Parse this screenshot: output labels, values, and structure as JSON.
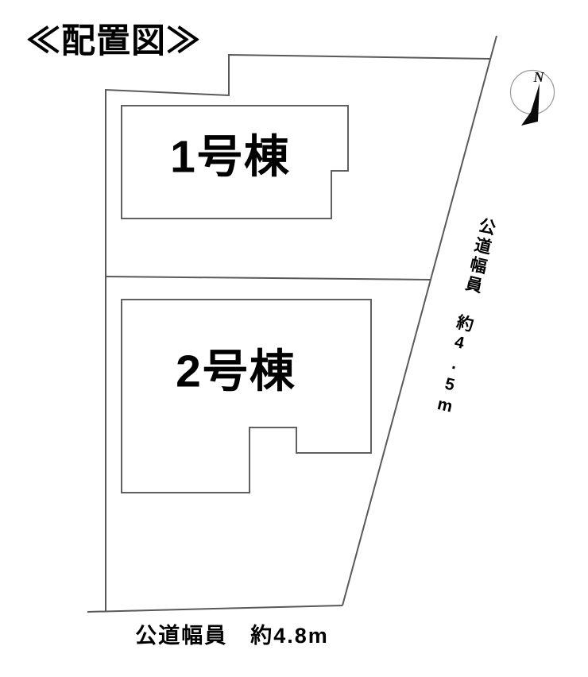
{
  "page": {
    "title": "≪配置図≫"
  },
  "compass": {
    "north_label": "N"
  },
  "buildings": [
    {
      "label": "1号棟"
    },
    {
      "label": "2号棟"
    }
  ],
  "roads": {
    "right_label": "公道幅員　約4.5m",
    "right_width_value": "約4.5m",
    "bottom_label": "公道幅員　約4.8m",
    "bottom_width_value": "約4.8m"
  },
  "colors": {
    "background": "#ffffff",
    "line": "#595959",
    "building_line": "#606060",
    "text": "#000000",
    "compass_circle": "#9a9a9a"
  }
}
